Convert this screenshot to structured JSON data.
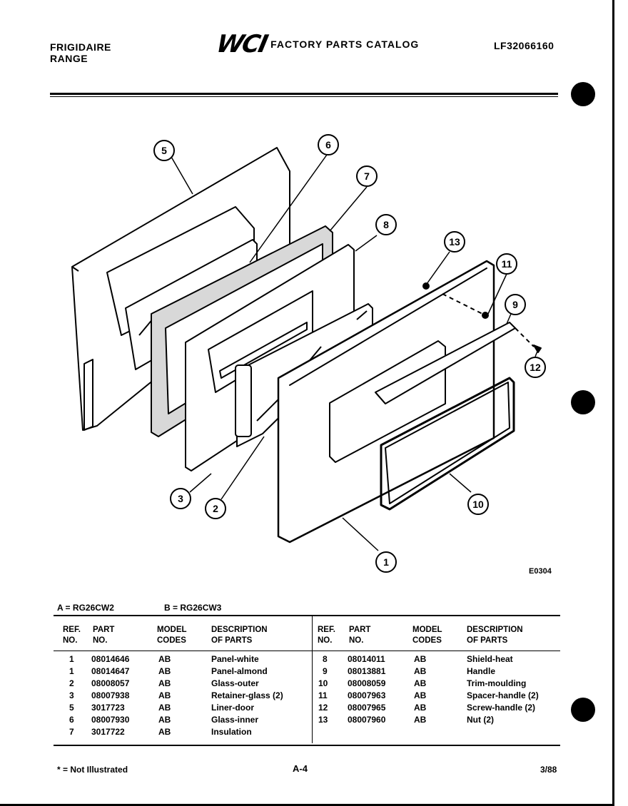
{
  "header": {
    "brand_line1": "FRIGIDAIRE",
    "brand_line2": "RANGE",
    "logo_text": "WCI",
    "catalog_title": "FACTORY PARTS CATALOG",
    "doc_number": "LF32066160"
  },
  "diagram": {
    "figure_code": "E0304",
    "callouts": [
      "1",
      "2",
      "3",
      "5",
      "6",
      "7",
      "8",
      "9",
      "10",
      "11",
      "12",
      "13"
    ]
  },
  "models": {
    "a": "A = RG26CW2",
    "b": "B = RG26CW3"
  },
  "table": {
    "headers": {
      "ref_line1": "REF.",
      "ref_line2": "NO.",
      "part_line1": "PART",
      "part_line2": "NO.",
      "model_line1": "MODEL",
      "model_line2": "CODES",
      "desc_line1": "DESCRIPTION",
      "desc_line2": "OF PARTS"
    },
    "left_rows": [
      {
        "ref": "1",
        "part": "08014646",
        "codes": "AB",
        "desc": "Panel-white"
      },
      {
        "ref": "1",
        "part": "08014647",
        "codes": "AB",
        "desc": "Panel-almond"
      },
      {
        "ref": "2",
        "part": "08008057",
        "codes": "AB",
        "desc": "Glass-outer"
      },
      {
        "ref": "3",
        "part": "08007938",
        "codes": "AB",
        "desc": "Retainer-glass (2)"
      },
      {
        "ref": "5",
        "part": "3017723",
        "codes": "AB",
        "desc": "Liner-door"
      },
      {
        "ref": "6",
        "part": "08007930",
        "codes": "AB",
        "desc": "Glass-inner"
      },
      {
        "ref": "7",
        "part": "3017722",
        "codes": "AB",
        "desc": "Insulation"
      }
    ],
    "right_rows": [
      {
        "ref": "8",
        "part": "08014011",
        "codes": "AB",
        "desc": "Shield-heat"
      },
      {
        "ref": "9",
        "part": "08013881",
        "codes": "AB",
        "desc": "Handle"
      },
      {
        "ref": "10",
        "part": "08008059",
        "codes": "AB",
        "desc": "Trim-moulding"
      },
      {
        "ref": "11",
        "part": "08007963",
        "codes": "AB",
        "desc": "Spacer-handle (2)"
      },
      {
        "ref": "12",
        "part": "08007965",
        "codes": "AB",
        "desc": "Screw-handle (2)"
      },
      {
        "ref": "13",
        "part": "08007960",
        "codes": "AB",
        "desc": "Nut (2)"
      }
    ]
  },
  "footer": {
    "footnote": "* = Not Illustrated",
    "page": "A-4",
    "date": "3/88"
  }
}
